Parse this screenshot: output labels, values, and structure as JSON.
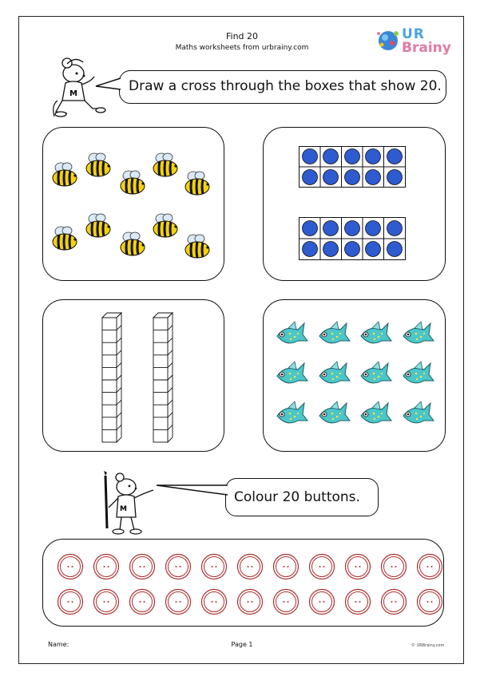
{
  "header": {
    "title": "Find 20",
    "subtitle": "Maths worksheets from urbrainy.com",
    "logo_line1": "UR",
    "logo_line2": "Brainy"
  },
  "instructions": {
    "cross": "Draw a cross through the boxes that show 20.",
    "colour": "Colour 20 buttons."
  },
  "footer": {
    "name_label": "Name:",
    "page_label": "Page 1",
    "copyright": "© URBrainy.com"
  },
  "icons": {
    "mascot": "mouse-mascot-icon",
    "bee": "bee-icon",
    "fish": "fish-icon",
    "button": "sewing-button-icon",
    "tens_frame": "ten-frame-icon",
    "cube": "unit-cube-icon"
  },
  "colors": {
    "counter": "#2f5bd0",
    "button_ring": "#b03030",
    "bee_yellow": "#f4d20a",
    "fish_teal": "#4cc6c8",
    "logo_blue": "#4aa3df",
    "logo_pink": "#e27aa5"
  },
  "counts": {
    "bees": 10,
    "ten_frames": 2,
    "cube_towers": 2,
    "cubes_per_tower": 10,
    "fish": 12,
    "buttons": 22
  }
}
